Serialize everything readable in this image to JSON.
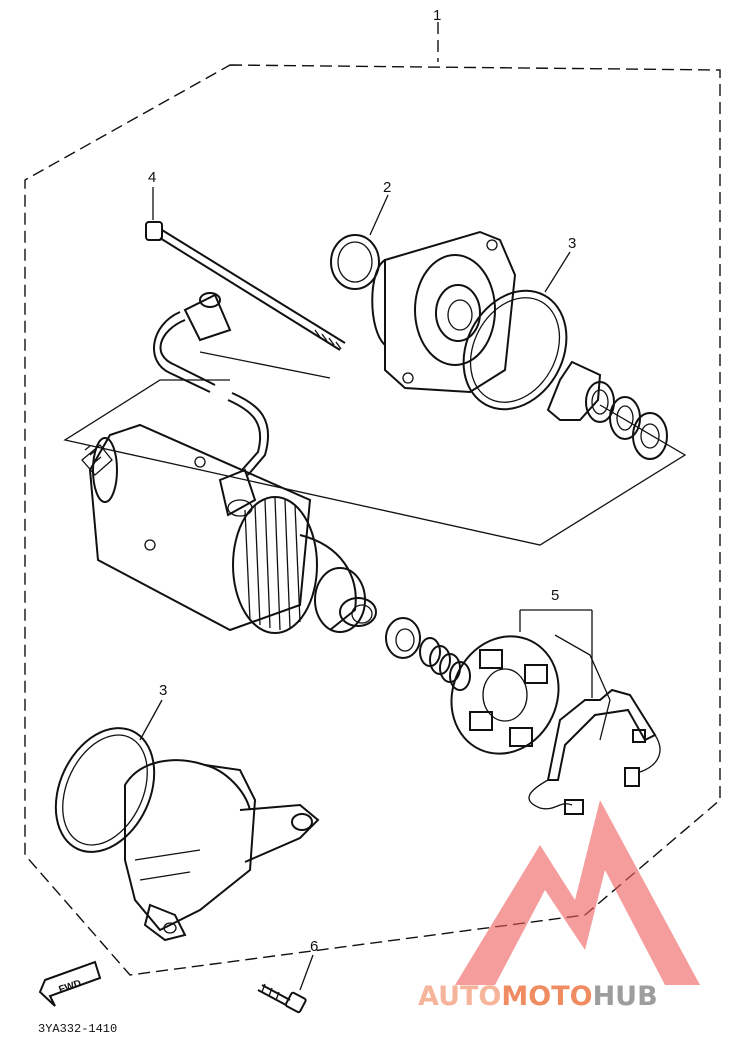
{
  "callouts": {
    "c1": "1",
    "c2": "2",
    "c3a": "3",
    "c3b": "3",
    "c4": "4",
    "c5": "5",
    "c6": "6"
  },
  "direction_badge": "FWD",
  "diagram_code": "3YA332-1410",
  "watermark": {
    "part1": "AUTO",
    "part2": "MOTO",
    "part3": "HUB",
    "color_light": "#f6b59a",
    "color_orange": "#f08c62",
    "color_gray": "#9d9d9d",
    "logo_color": "#ef5b5b"
  },
  "colors": {
    "ink": "#111111",
    "paper": "#ffffff"
  }
}
